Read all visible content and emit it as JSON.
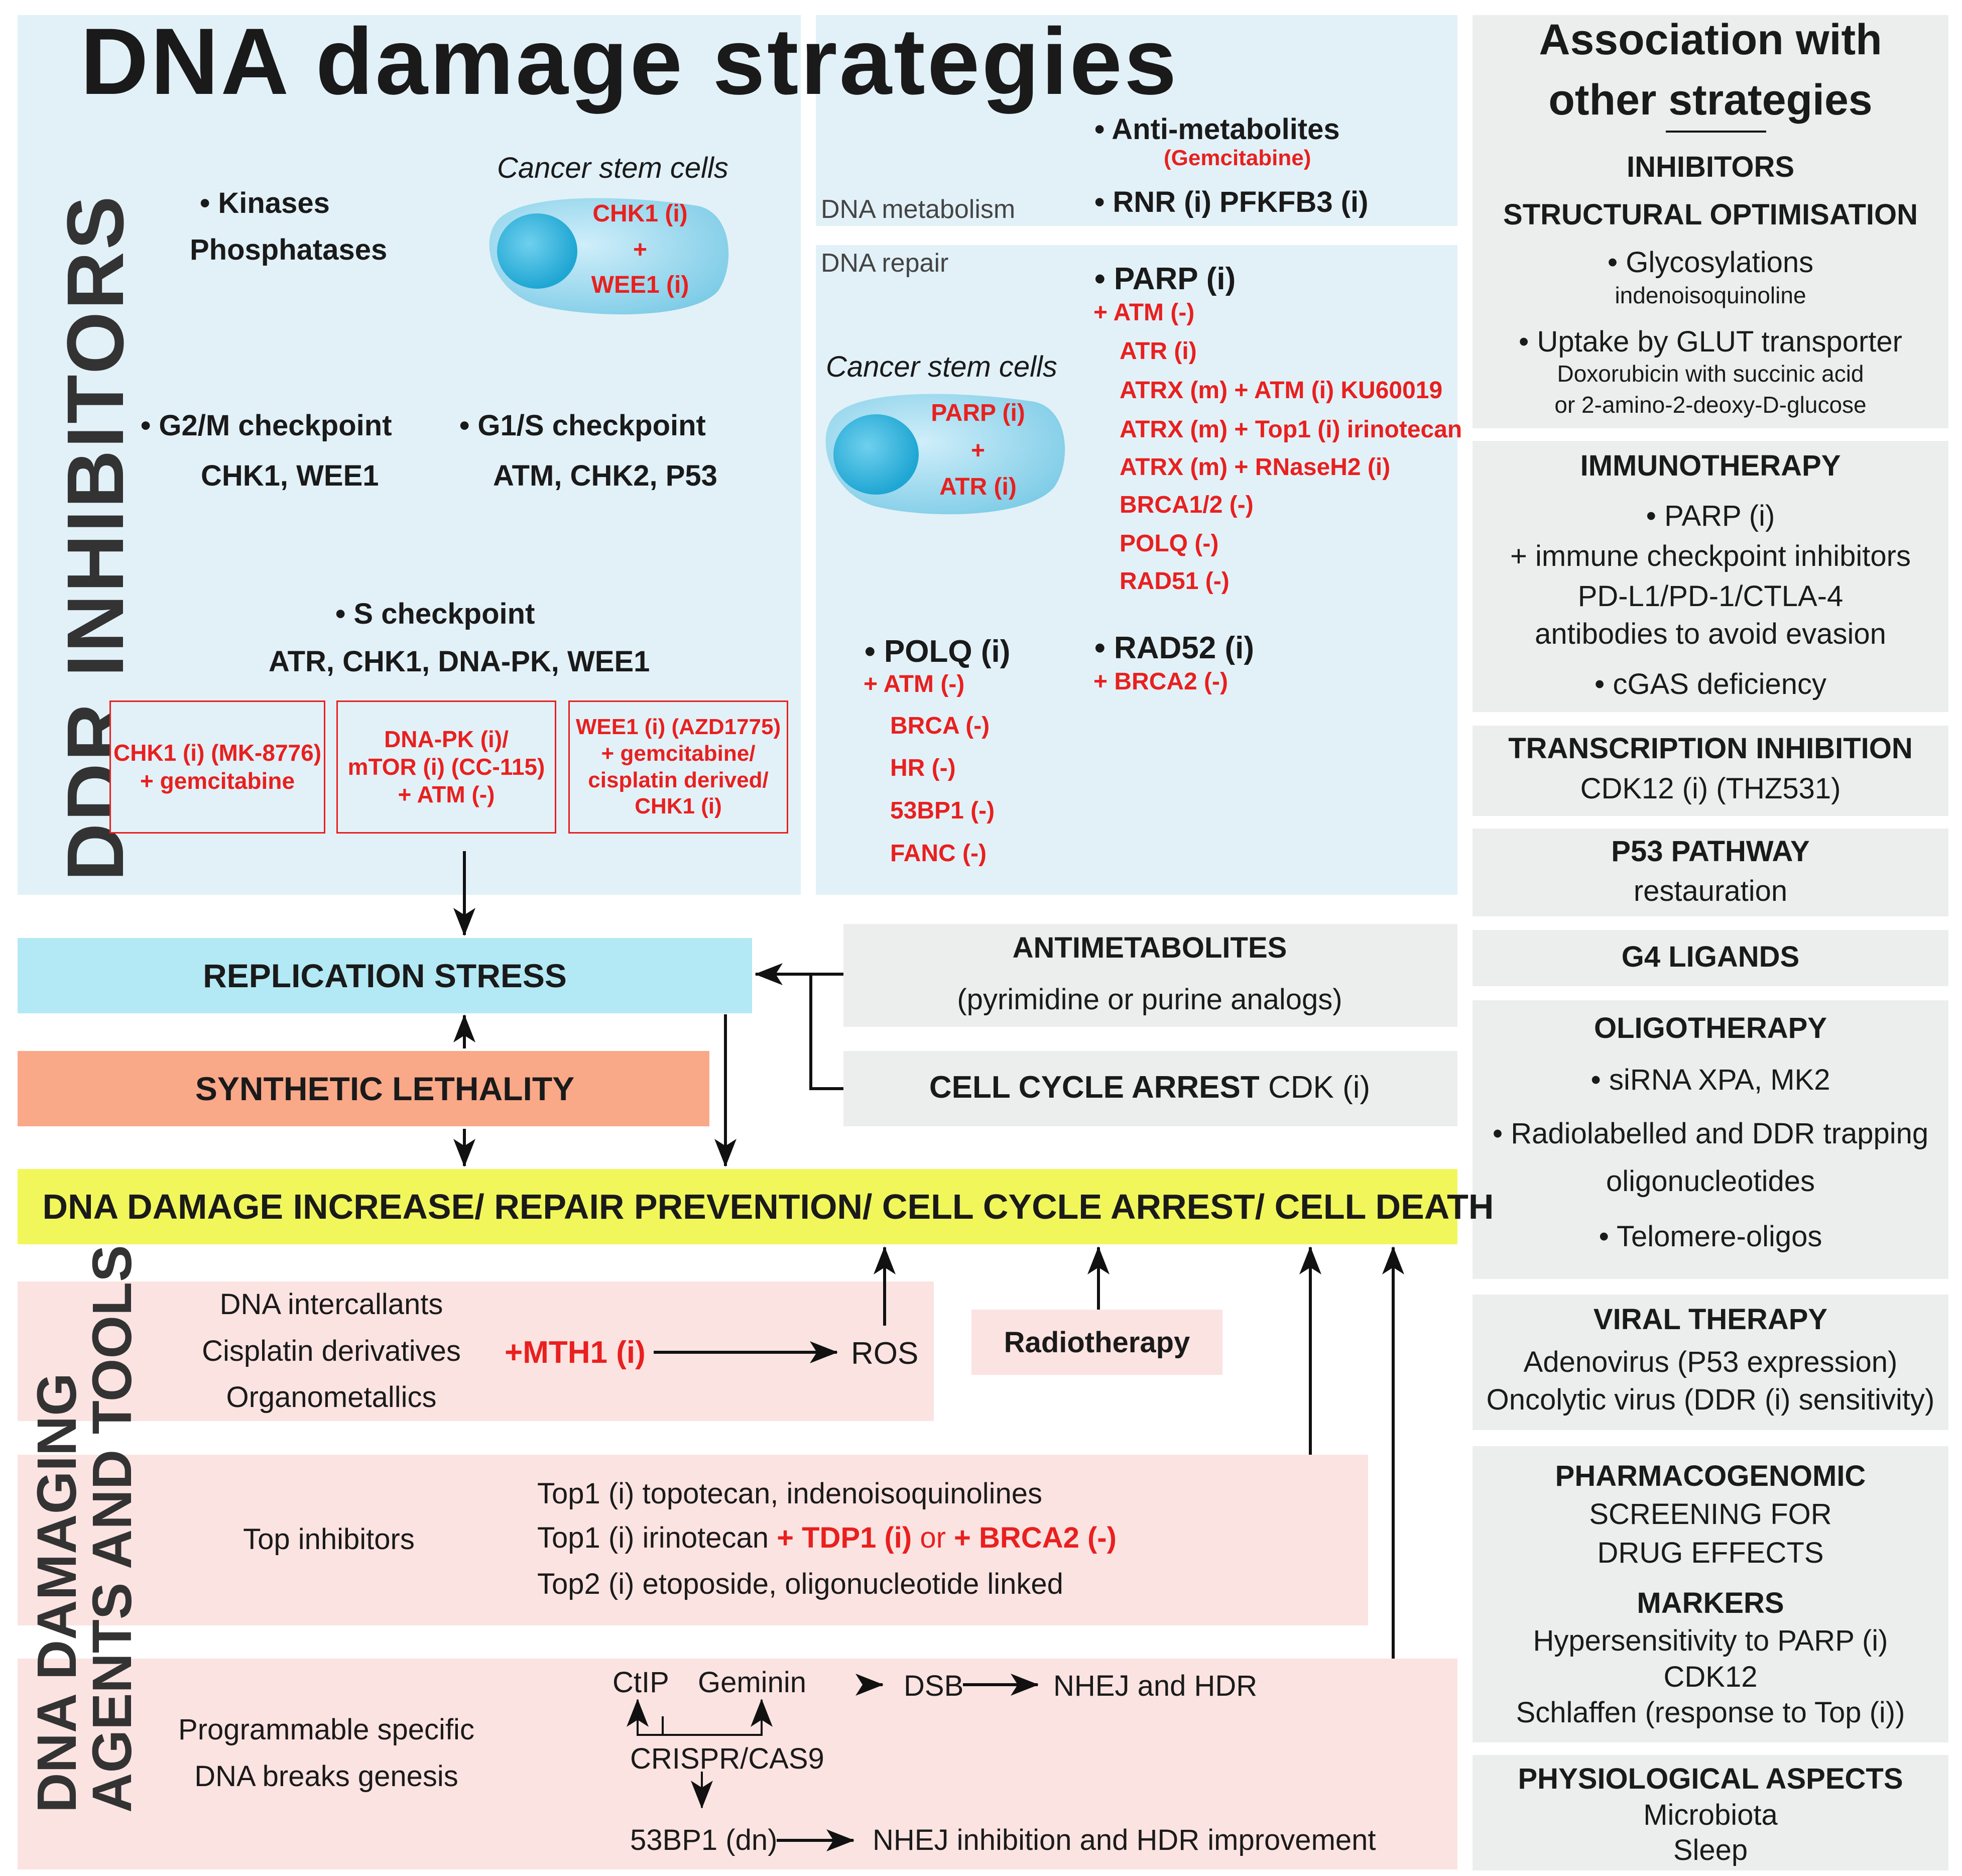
{
  "title": "DNA damage strategies",
  "ddr_label": "DDR INHIBITORS",
  "agents_label_1": "DNA DAMAGING",
  "agents_label_2": "AGENTS AND TOOLS",
  "left_panel": {
    "kinases": "• Kinases",
    "phosphatases": "Phosphatases",
    "csc_title": "Cancer stem cells",
    "csc_chk1": "CHK1 (i)",
    "csc_plus": "+",
    "csc_wee1": "WEE1 (i)",
    "g2m": "• G2/M checkpoint",
    "g2m_targets": "CHK1, WEE1",
    "g1s": "• G1/S checkpoint",
    "g1s_targets": "ATM, CHK2, P53",
    "s_checkpoint": "• S checkpoint",
    "s_targets": "ATR, CHK1, DNA-PK, WEE1",
    "redbox1": [
      "CHK1 (i) (MK-8776)",
      "+ gemcitabine"
    ],
    "redbox2": [
      "DNA-PK (i)/",
      "mTOR (i) (CC-115)",
      "+ ATM (-)"
    ],
    "redbox3": [
      "WEE1 (i) (AZD1775)",
      "+ gemcitabine/",
      "cisplatin derived/",
      "CHK1 (i)"
    ]
  },
  "middle_panel": {
    "anti_metabolites": "• Anti-metabolites",
    "gemcitabine": "(Gemcitabine)",
    "dna_metabolism": "DNA metabolism",
    "rnr": "• RNR (i) PFKFB3 (i)",
    "dna_repair": "DNA repair",
    "parp": "• PARP (i)",
    "parp_partners": [
      "+ ATM (-)",
      "ATR (i)",
      "ATRX (m) + ATM (i) KU60019",
      "ATRX (m) + Top1 (i) irinotecan",
      "ATRX (m) + RNaseH2 (i)",
      "BRCA1/2 (-)",
      "POLQ (-)",
      "RAD51 (-)"
    ],
    "csc_title": "Cancer stem cells",
    "csc_parp": "PARP (i)",
    "csc_plus": "+",
    "csc_atr": "ATR (i)",
    "polq": "• POLQ (i)",
    "polq_partners": [
      "+ ATM (-)",
      "BRCA (-)",
      "HR (-)",
      "53BP1 (-)",
      "FANC (-)"
    ],
    "rad52": "• RAD52 (i)",
    "rad52_partner": "+ BRCA2 (-)"
  },
  "flow": {
    "replication_stress": "REPLICATION STRESS",
    "synthetic_lethality": "SYNTHETIC LETHALITY",
    "antimetabolites": "ANTIMETABOLITES",
    "antimetabolites_sub": "(pyrimidine or purine analogs)",
    "cell_cycle_arrest": "CELL CYCLE ARREST",
    "cell_cycle_arrest_sub": " CDK (i)",
    "outcome": "DNA DAMAGE INCREASE/ REPAIR PREVENTION/ CELL CYCLE ARREST/ CELL DEATH"
  },
  "agents": {
    "intercalants": "DNA intercallants",
    "cisplatin": "Cisplatin derivatives",
    "organometallics": "Organometallics",
    "mth1": "+MTH1 (i)",
    "ros": "ROS",
    "radiotherapy": "Radiotherapy",
    "top_inhibitors": "Top inhibitors",
    "top1_a": "Top1 (i) topotecan, indenoisoquinolines",
    "top1_b_prefix": "Top1 (i) irinotecan ",
    "top1_b_tdp1": "+ TDP1 (i)",
    "top1_b_or": " or ",
    "top1_b_brca2": "+ BRCA2 (-)",
    "top2": "Top2 (i) etoposide, oligonucleotide linked",
    "programmable_1": "Programmable specific",
    "programmable_2": "DNA breaks genesis",
    "ctip": "CtIP",
    "geminin": "Geminin",
    "dsb": "DSB",
    "nhej_hdr": "NHEJ and HDR",
    "crispr": "CRISPR/CAS9",
    "53bp1": "53BP1 (dn)",
    "nhej_inhibition": "NHEJ inhibition and HDR improvement"
  },
  "right_panel": {
    "header_1": "Association with",
    "header_2": "other strategies",
    "s1": {
      "inhibitors": "INHIBITORS",
      "structural": "STRUCTURAL OPTIMISATION",
      "glyco": "• Glycosylations",
      "indeno": "indenoisoquinoline",
      "uptake": "• Uptake by GLUT transporter",
      "doxo": "Doxorubicin with succinic acid",
      "amino": "or 2-amino-2-deoxy-D-glucose"
    },
    "s2": {
      "title": "IMMUNOTHERAPY",
      "l1": "• PARP (i)",
      "l2": "+ immune checkpoint inhibitors",
      "l3": "PD-L1/PD-1/CTLA-4",
      "l4": "antibodies to avoid evasion",
      "l5": "• cGAS deficiency"
    },
    "s3": {
      "title": "TRANSCRIPTION INHIBITION",
      "l1": "CDK12 (i) (THZ531)"
    },
    "s4": {
      "title": "P53 PATHWAY",
      "l1": "restauration"
    },
    "s5": {
      "title": "G4 LIGANDS"
    },
    "s6": {
      "title": "OLIGOTHERAPY",
      "l1": "• siRNA XPA, MK2",
      "l2": "• Radiolabelled and DDR trapping",
      "l3": "oligonucleotides",
      "l4": "• Telomere-oligos"
    },
    "s7": {
      "title": "VIRAL THERAPY",
      "l1": "Adenovirus (P53 expression)",
      "l2": "Oncolytic virus (DDR (i) sensitivity)"
    },
    "s8": {
      "title": "PHARMACOGENOMIC",
      "l1": "SCREENING FOR",
      "l2": "DRUG EFFECTS",
      "title2": "MARKERS",
      "l3": "Hypersensitivity to PARP (i)",
      "l4": "CDK12",
      "l5": "Schlaffen (response to Top (i))"
    },
    "s9": {
      "title": "PHYSIOLOGICAL ASPECTS",
      "l1": "Microbiota",
      "l2": "Sleep"
    }
  },
  "colors": {
    "panel_blue": "#e2f1f8",
    "replication_stress": "#b3e9f4",
    "synthetic_lethality": "#f9a888",
    "outcome": "#f1f75a",
    "agents_pink": "#fbe3e1",
    "right_gray": "#eceeee",
    "red_text": "#e8201f"
  }
}
